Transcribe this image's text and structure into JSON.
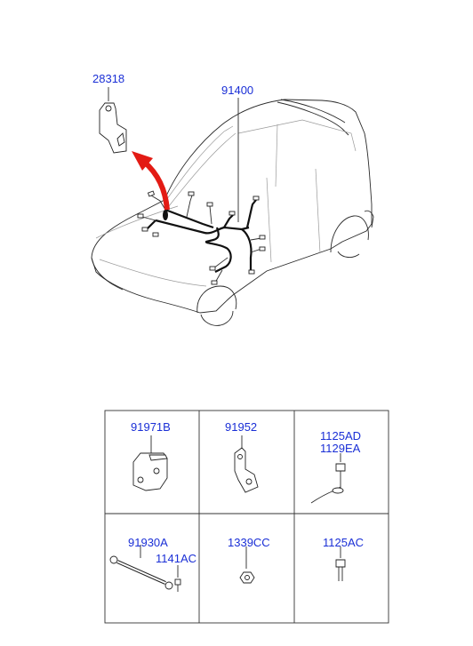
{
  "diagram": {
    "callouts": {
      "bracket": "28318",
      "harness": "91400"
    },
    "table": {
      "cells": [
        {
          "labels": [
            "91971B"
          ]
        },
        {
          "labels": [
            "91952"
          ]
        },
        {
          "labels": [
            "1125AD",
            "1129EA"
          ]
        },
        {
          "labels": [
            "91930A",
            "1141AC"
          ]
        },
        {
          "labels": [
            "1339CC"
          ]
        },
        {
          "labels": [
            "1125AC"
          ]
        }
      ]
    },
    "colors": {
      "part_number": "#1a2fd6",
      "arrow": "#e31b14",
      "line": "#222222"
    }
  }
}
